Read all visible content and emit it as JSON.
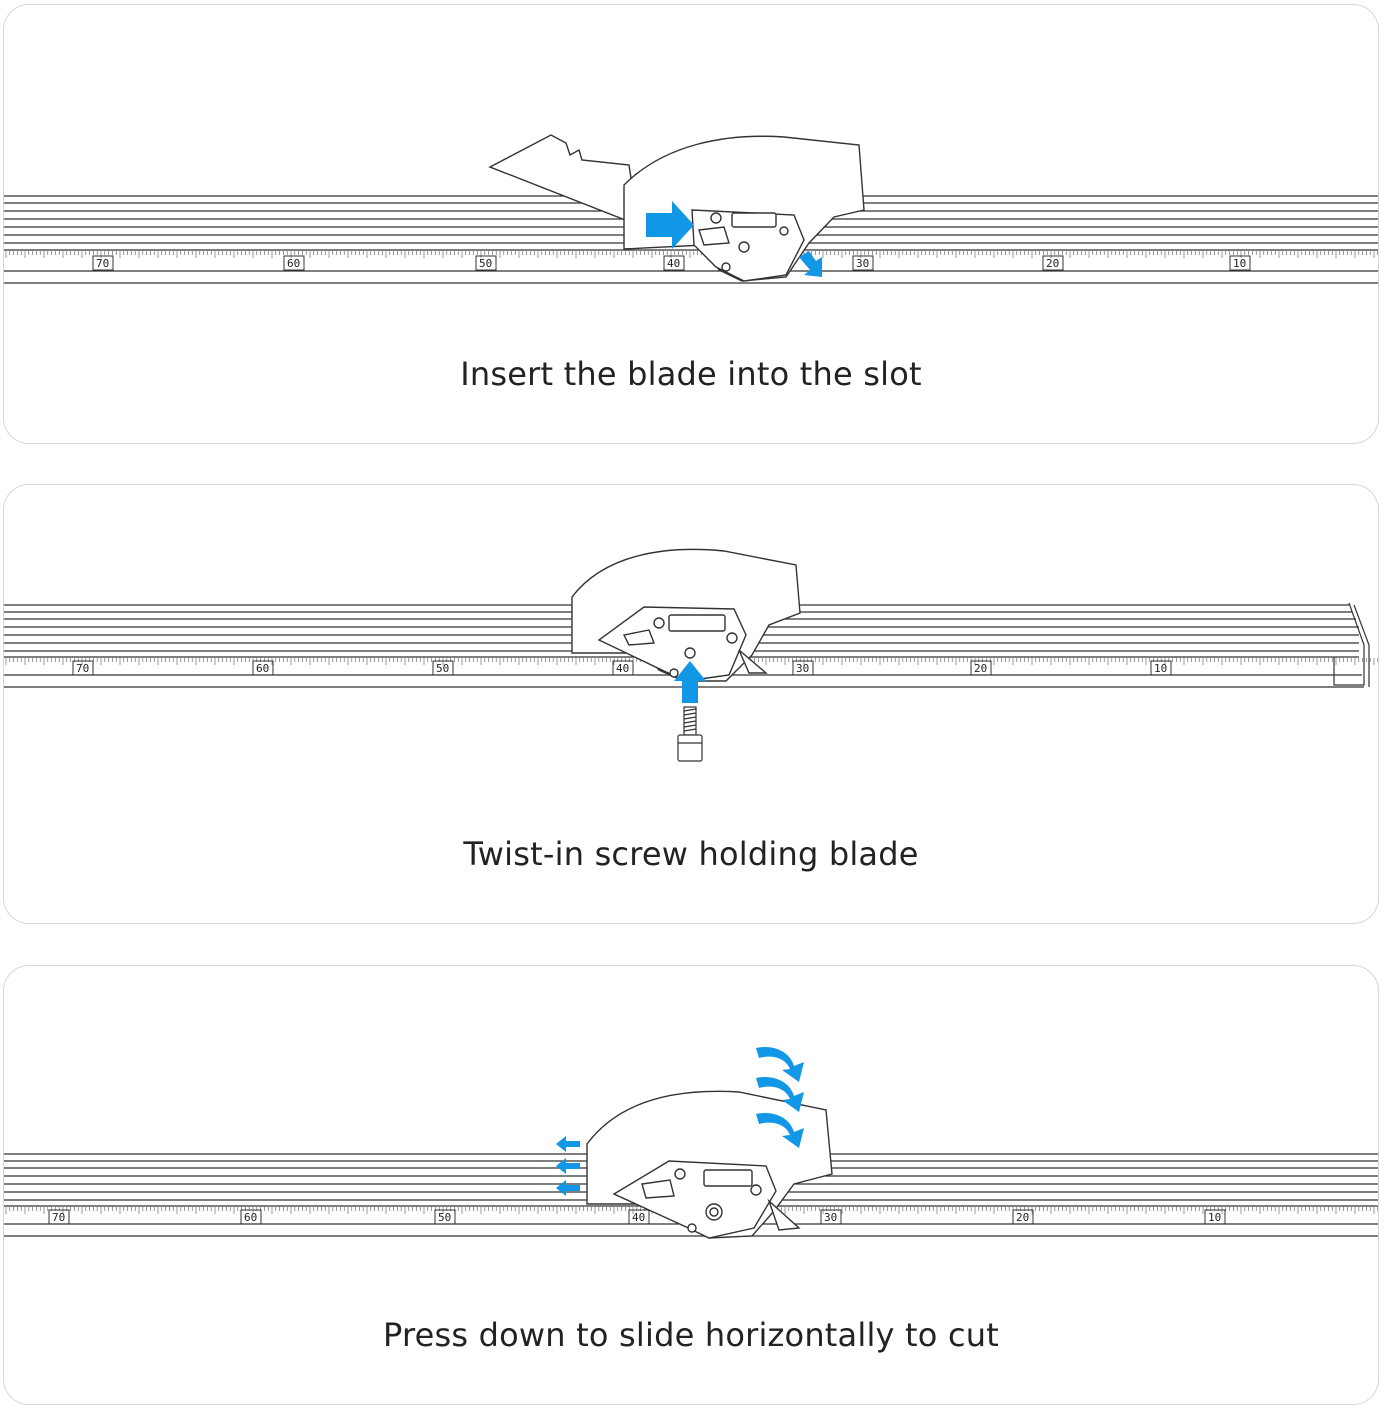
{
  "colors": {
    "accent": "#1296e6",
    "line": "#333333",
    "panel_border": "#d6d6d6",
    "caption_text": "#222222"
  },
  "steps": [
    {
      "caption": "Insert the blade into the slot",
      "scale_labels": [
        "70",
        "60",
        "50",
        "40",
        "30",
        "20",
        "10"
      ],
      "icons": [
        "blade-icon",
        "cutter-head-icon",
        "arrow-right-icon",
        "arrow-down-right-icon"
      ]
    },
    {
      "caption": "Twist-in screw holding blade",
      "scale_labels": [
        "70",
        "60",
        "50",
        "40",
        "30",
        "20",
        "10"
      ],
      "icons": [
        "cutter-head-icon",
        "arrow-up-icon",
        "screw-icon"
      ]
    },
    {
      "caption": "Press down to slide horizontally to cut",
      "scale_labels": [
        "70",
        "60",
        "50",
        "40",
        "30",
        "20",
        "10"
      ],
      "icons": [
        "cutter-head-icon",
        "arrow-left-icon",
        "curved-arrow-down-icon"
      ]
    }
  ]
}
